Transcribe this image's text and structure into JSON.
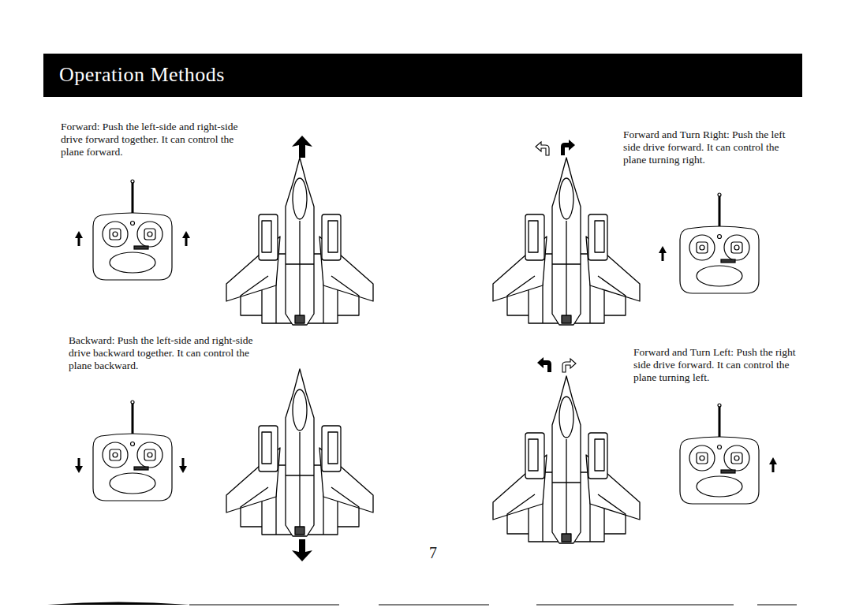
{
  "diagram": {
    "title": "Operation Methods",
    "labels": [
      "Forward: Push the left-side and right-side drive forward together. It can control the plane forward.",
      "Backward: Push the left-side and right-side drive backward together. It can control the plane backward.",
      "Forward and Turn Right: Push the left side drive forward. It can control the plane turning right.",
      "Forward and Turn Left: Push the right side drive forward. It can control the plane turning left.",
      "7"
    ]
  }
}
